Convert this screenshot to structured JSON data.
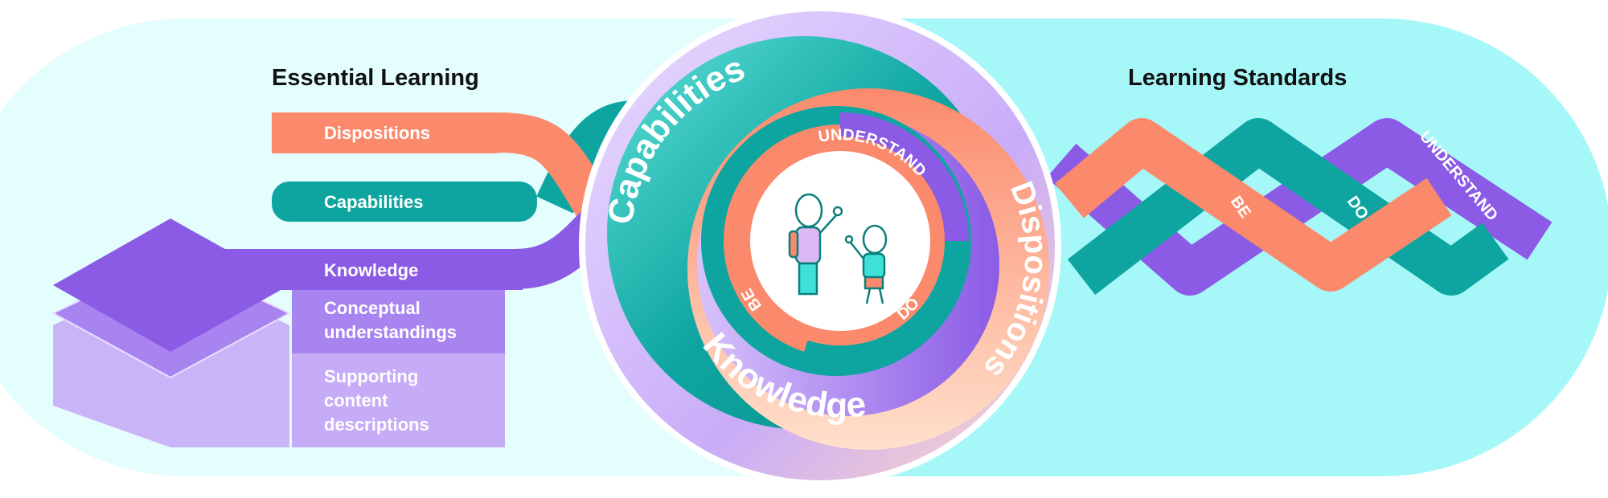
{
  "essential_learning": {
    "title": "Essential Learning",
    "bands": [
      {
        "label": "Dispositions",
        "color": "#fb8a6c"
      },
      {
        "label": "Capabilities",
        "color": "#0ea5a0"
      },
      {
        "label": "Knowledge",
        "color": "#8b5be6"
      }
    ],
    "knowledge_layers": [
      {
        "lines": [
          "Conceptual",
          "understandings"
        ],
        "color": "#a784f0"
      },
      {
        "lines": [
          "Supporting",
          "content",
          "descriptions"
        ],
        "color": "#c6acf7"
      }
    ]
  },
  "center": {
    "outer_rings": {
      "capabilities": "Capabilities",
      "dispositions": "Dispositions",
      "knowledge": "Knowledge"
    },
    "inner_ring": {
      "understand": "UNDERSTAND",
      "be": "BE",
      "do": "DO"
    }
  },
  "learning_standards": {
    "title": "Learning Standards",
    "strands": [
      {
        "label": "BE",
        "color": "#fb8a6c"
      },
      {
        "label": "DO",
        "color": "#0ea5a0"
      },
      {
        "label": "UNDERSTAND",
        "color": "#8b5be6"
      }
    ]
  },
  "colors": {
    "bg_left": "#e4fdfd",
    "bg_right": "#a6f8f8",
    "orange": "#fb8a6c",
    "teal": "#0ea5a0",
    "purple": "#8b5be6"
  }
}
